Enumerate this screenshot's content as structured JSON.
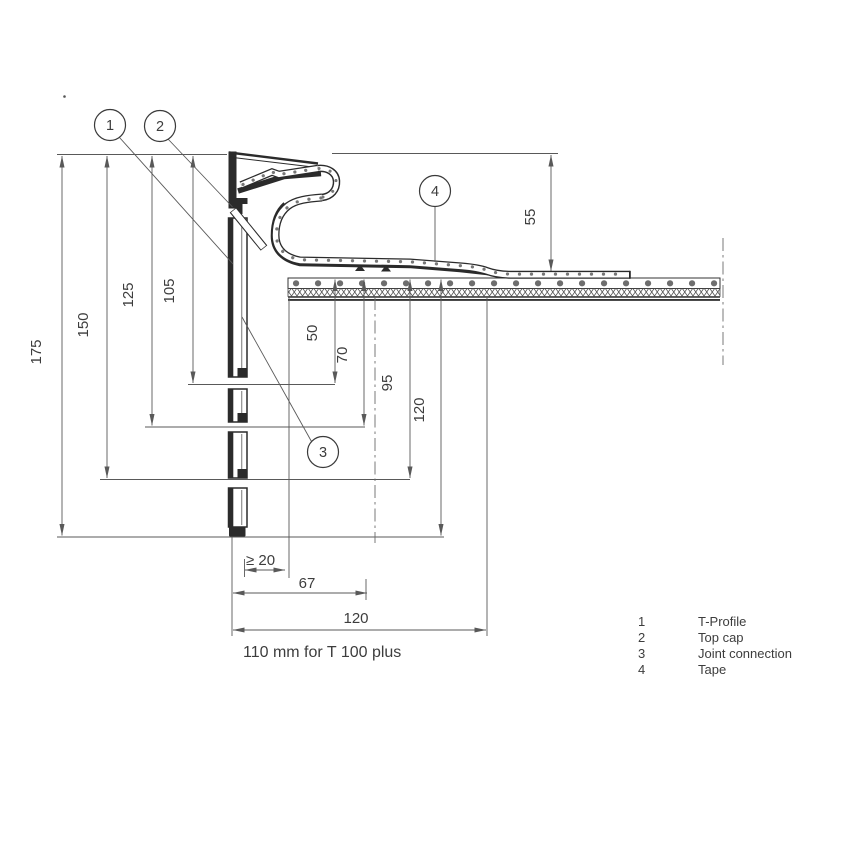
{
  "dims": {
    "v175": "175",
    "v150": "150",
    "v125": "125",
    "v105": "105",
    "v50": "50",
    "v70": "70",
    "v95": "95",
    "v120": "120",
    "v55": "55",
    "min20": "≥ 20",
    "h67": "67",
    "h120": "120"
  },
  "note": "110 mm for T 100 plus",
  "callouts": [
    {
      "n": "1"
    },
    {
      "n": "2"
    },
    {
      "n": "3"
    },
    {
      "n": "4"
    }
  ],
  "legend": {
    "items": [
      {
        "num": "1",
        "label": "T-Profile"
      },
      {
        "num": "2",
        "label": "Top cap"
      },
      {
        "num": "3",
        "label": "Joint connection"
      },
      {
        "num": "4",
        "label": "Tape"
      }
    ]
  },
  "colors": {
    "line": "#2b2b2b",
    "dim": "#595959",
    "dot": "#757575",
    "text": "#3d3d3d"
  }
}
